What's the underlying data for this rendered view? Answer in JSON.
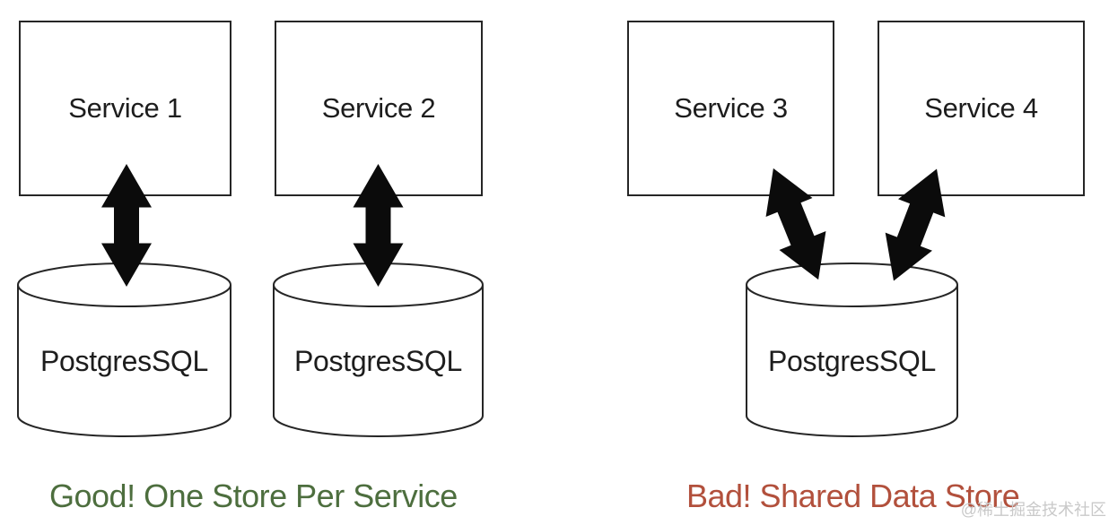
{
  "good_pattern": {
    "services": [
      "Service 1",
      "Service 2"
    ],
    "databases": [
      "PostgresSQL",
      "PostgresSQL"
    ],
    "caption": "Good! One Store Per Service",
    "caption_color": "#4d6e3e"
  },
  "bad_pattern": {
    "services": [
      "Service 3",
      "Service 4"
    ],
    "database": "PostgresSQL",
    "caption": "Bad! Shared Data Store",
    "caption_color": "#b2503c"
  },
  "watermark": "@稀土掘金技术社区",
  "colors": {
    "background": "#ffffff",
    "shape_stroke": "#262626",
    "arrow": "#0b0b0b",
    "label_text": "#1d1d1d",
    "good_caption": "#4d6e3e",
    "bad_caption": "#b2503c",
    "watermark": "#c9c9c9"
  }
}
